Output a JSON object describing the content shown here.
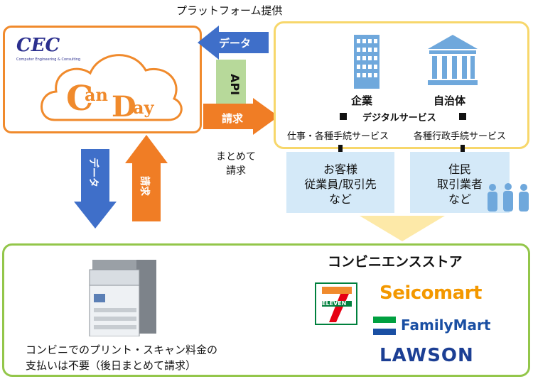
{
  "top_label": "プラットフォーム提供",
  "cec_logo": {
    "text": "CEC",
    "tagline": "Computer Engineering & Consulting"
  },
  "canday_logo": {
    "c": "C",
    "an": "an",
    "d": "D",
    "ay": "ay"
  },
  "arrows": {
    "data_left": "データ",
    "api": "API",
    "seikyu_right": "請求",
    "matomete": [
      "まとめて",
      "請求"
    ],
    "data_down": "データ",
    "seikyu_up": "請求"
  },
  "right_panel": {
    "kigyo": "企業",
    "jichitai": "自治体",
    "digital_services": "デジタルサービス",
    "kigyo_service": "仕事・各種手続サービス",
    "jichitai_service": "各種行政手続サービス",
    "box_left": [
      "お客様",
      "従業員/取引先",
      "など"
    ],
    "box_right": [
      "住民",
      "取引業者",
      "など"
    ]
  },
  "bottom": {
    "store_title": "コンビニエンスストア",
    "caption": [
      "コンビニでのプリント・スキャン料金の",
      "支払いは不要（後日まとめて請求）"
    ],
    "brands": {
      "seven_eleven": "ELEVEN",
      "seicomart": "Seicomart",
      "familymart": "FamilyMart",
      "lawson": "LAWSON"
    }
  },
  "colors": {
    "orange": "#f08a2c",
    "blue": "#3f6fc9",
    "green": "#93c64a",
    "yellow": "#f7d76b",
    "light_blue": "#d4e9f8",
    "api_green": "#b7d99a",
    "seicomart_orange": "#f39800",
    "familymart_green": "#00a040",
    "familymart_blue": "#1a4fa3",
    "lawson_blue": "#1c3f94"
  }
}
